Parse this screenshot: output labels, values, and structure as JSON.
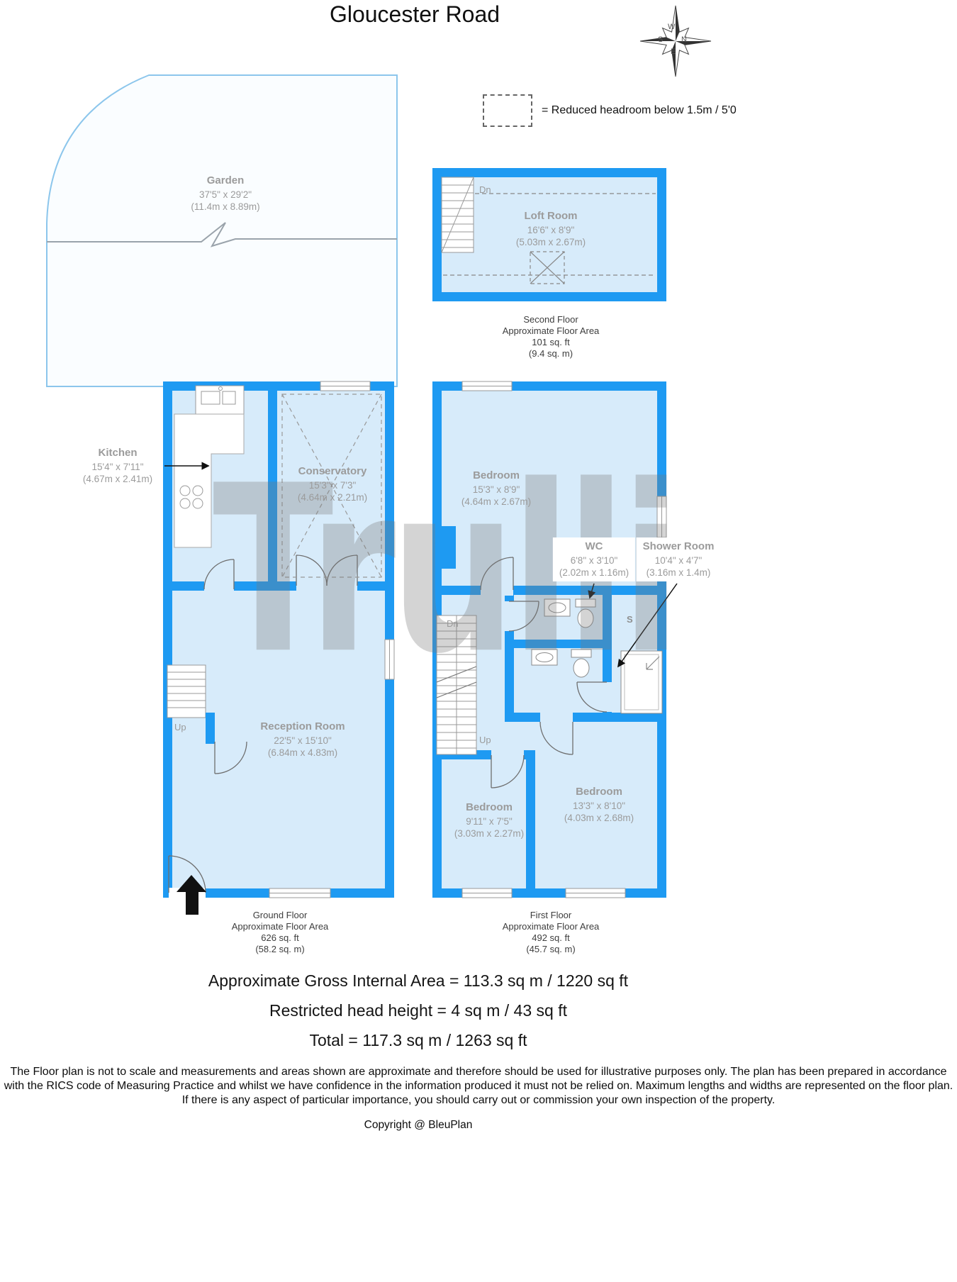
{
  "title": "Gloucester Road",
  "compass": {
    "n": "N",
    "e": "E",
    "s": "S",
    "w": "W"
  },
  "legend": {
    "reduced_headroom": "= Reduced headroom below 1.5m / 5'0"
  },
  "watermark": "Trulli",
  "garden": {
    "name": "Garden",
    "imperial": "37'5\" x 29'2\"",
    "metric": "(11.4m x 8.89m)"
  },
  "second_floor": {
    "stair_label": "Dn",
    "loft": {
      "name": "Loft Room",
      "imperial": "16'6\" x 8'9\"",
      "metric": "(5.03m x 2.67m)"
    },
    "caption": [
      "Second Floor",
      "Approximate Floor Area",
      "101 sq. ft",
      "(9.4 sq. m)"
    ]
  },
  "ground_floor": {
    "stair_label": "Up",
    "kitchen": {
      "name": "Kitchen",
      "imperial": "15'4\" x 7'11\"",
      "metric": "(4.67m x 2.41m)"
    },
    "conservatory": {
      "name": "Conservatory",
      "imperial": "15'3\" x 7'3\"",
      "metric": "(4.64m x 2.21m)"
    },
    "reception": {
      "name": "Reception Room",
      "imperial": "22'5\" x 15'10\"",
      "metric": "(6.84m x 4.83m)"
    },
    "caption": [
      "Ground Floor",
      "Approximate Floor Area",
      "626 sq. ft",
      "(58.2 sq. m)"
    ]
  },
  "first_floor": {
    "stair_down_label": "Dn",
    "stair_up_label": "Up",
    "shower_symbol": "S",
    "bedroom_front": {
      "name": "Bedroom",
      "imperial": "15'3\" x 8'9\"",
      "metric": "(4.64m x 2.67m)"
    },
    "wc": {
      "name": "WC",
      "imperial": "6'8\" x 3'10\"",
      "metric": "(2.02m x 1.16m)"
    },
    "shower": {
      "name": "Shower Room",
      "imperial": "10'4\" x 4'7\"",
      "metric": "(3.16m x 1.4m)"
    },
    "bedroom_small": {
      "name": "Bedroom",
      "imperial": "9'11\" x 7'5\"",
      "metric": "(3.03m x 2.27m)"
    },
    "bedroom_back": {
      "name": "Bedroom",
      "imperial": "13'3\" x 8'10\"",
      "metric": "(4.03m x 2.68m)"
    },
    "caption": [
      "First Floor",
      "Approximate Floor Area",
      "492 sq. ft",
      "(45.7 sq. m)"
    ]
  },
  "summary": {
    "gross": "Approximate Gross Internal Area = 113.3 sq m / 1220 sq ft",
    "restricted": "Restricted head height = 4 sq m / 43 sq ft",
    "total": "Total = 117.3 sq m / 1263 sq ft"
  },
  "disclaimer": "The Floor plan is not to scale and measurements and areas shown are approximate and therefore should be used for illustrative purposes only. The plan has been prepared in accordance with the RICS code of Measuring Practice and whilst we have confidence in the information produced it must not be relied on. Maximum lengths and widths are represented on the floor plan. If there is any aspect of particular importance, you should carry out or commission your own inspection of the property.",
  "copyright": "Copyright @ BleuPlan",
  "colors": {
    "wall": "#1E9AF2",
    "room_fill": "#D7EBFA",
    "garden_stroke": "#8CC6EC",
    "label_gray": "#9B9B9B"
  }
}
